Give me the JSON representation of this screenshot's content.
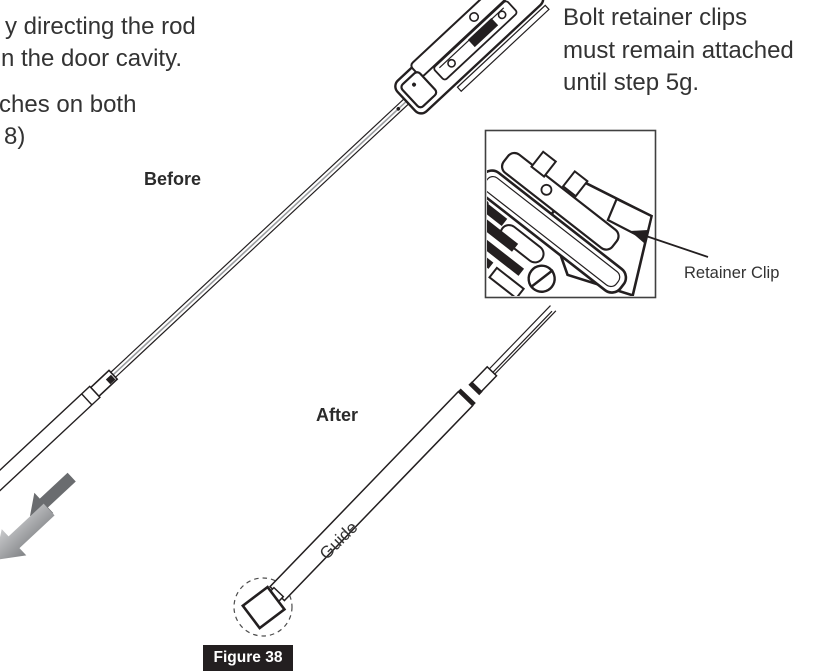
{
  "instructions": {
    "line1": "y directing the rod",
    "line2": "n the door cavity.",
    "line3": "ches on both",
    "line4": "8)"
  },
  "note": {
    "line1": "Bolt retainer clips",
    "line2": "must remain attached",
    "line3": "until step 5g."
  },
  "labels": {
    "before": "Before",
    "after": "After",
    "guide": "Guide",
    "retainer_clip": "Retainer Clip"
  },
  "figure": {
    "caption": "Figure 38"
  },
  "colors": {
    "background": "#ffffff",
    "text": "#333333",
    "line_art": "#231f20",
    "arrow_dark": "#6a6c6f",
    "arrow_light_start": "#c9cacc",
    "arrow_light_end": "#808285",
    "badge_bg": "#231f20",
    "badge_text": "#ffffff"
  }
}
